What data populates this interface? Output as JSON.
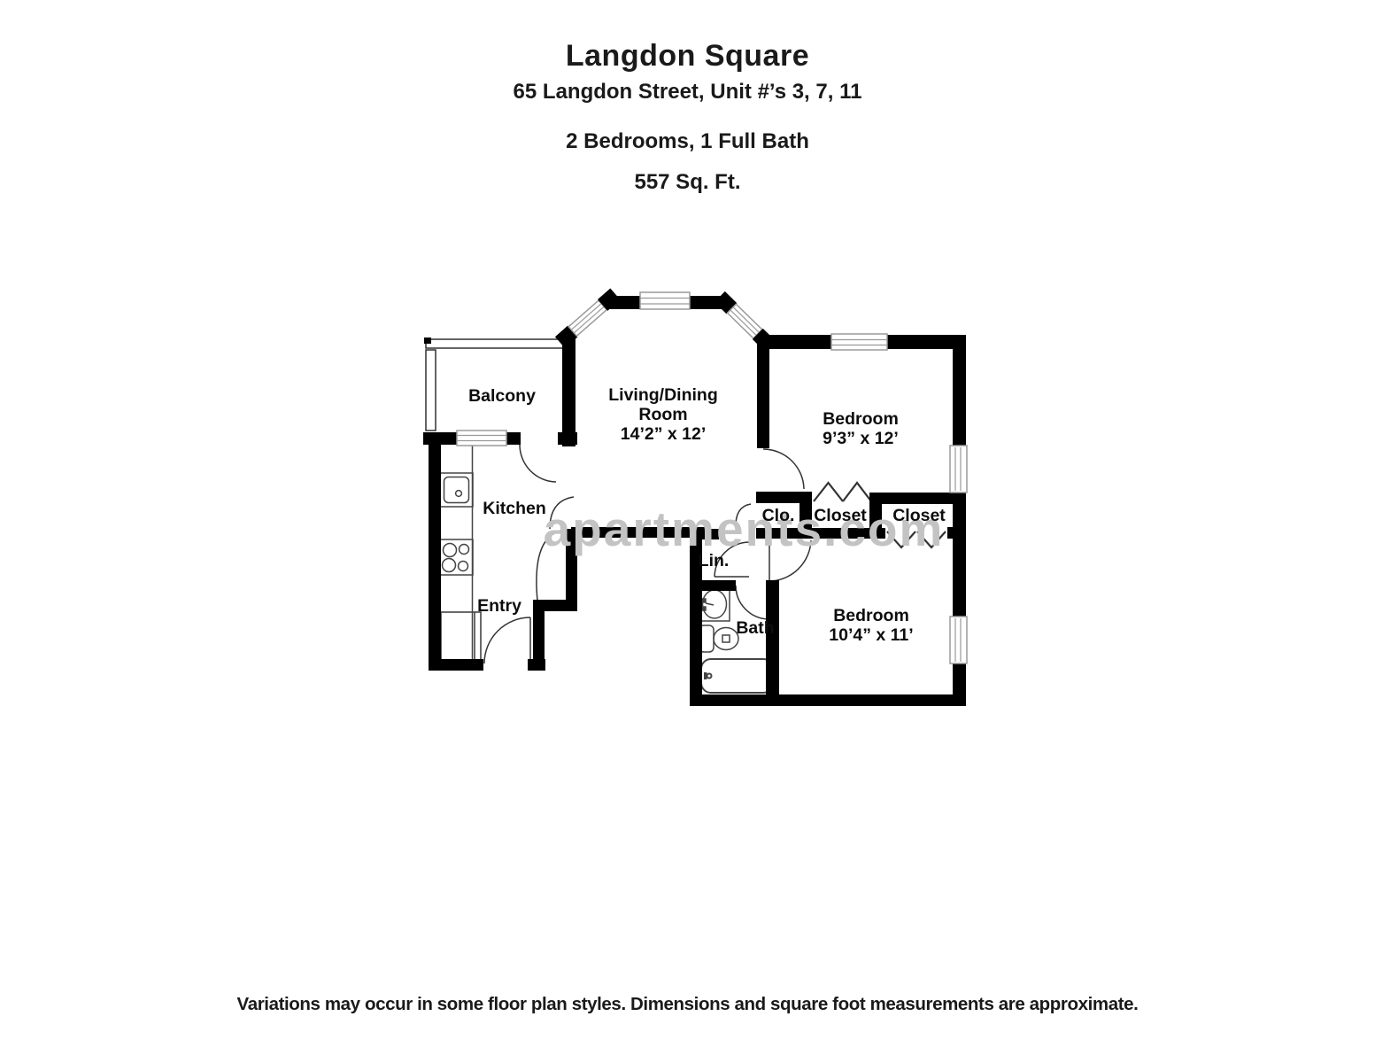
{
  "header": {
    "title": "Langdon Square",
    "address": "65 Langdon Street, Unit #’s 3, 7, 11",
    "configuration": "2 Bedrooms, 1 Full Bath",
    "area": "557 Sq. Ft."
  },
  "floorplan": {
    "watermark": "apartments.com",
    "rooms": {
      "balcony": {
        "label": "Balcony"
      },
      "living": {
        "label_line1": "Living/Dining",
        "label_line2": "Room",
        "dimensions": "14’2” x 12’"
      },
      "bedroom1": {
        "label": "Bedroom",
        "dimensions": "9’3” x 12’"
      },
      "kitchen": {
        "label": "Kitchen"
      },
      "clo": {
        "label": "Clo."
      },
      "closet1": {
        "label": "Closet"
      },
      "closet2": {
        "label": "Closet"
      },
      "lin": {
        "label": "Lin."
      },
      "entry": {
        "label": "Entry"
      },
      "bath": {
        "label": "Bath"
      },
      "bedroom2": {
        "label": "Bedroom",
        "dimensions": "10’4” x 11’"
      }
    },
    "colors": {
      "wall": "#000000",
      "window_line": "#9a9a9a",
      "door_line": "#333333",
      "fixture_line": "#444444",
      "watermark": "#c3c3c3",
      "label_text": "#0d0d0d"
    }
  },
  "footer": {
    "disclaimer": "Variations may occur in some floor plan styles. Dimensions and square foot measurements are approximate."
  }
}
